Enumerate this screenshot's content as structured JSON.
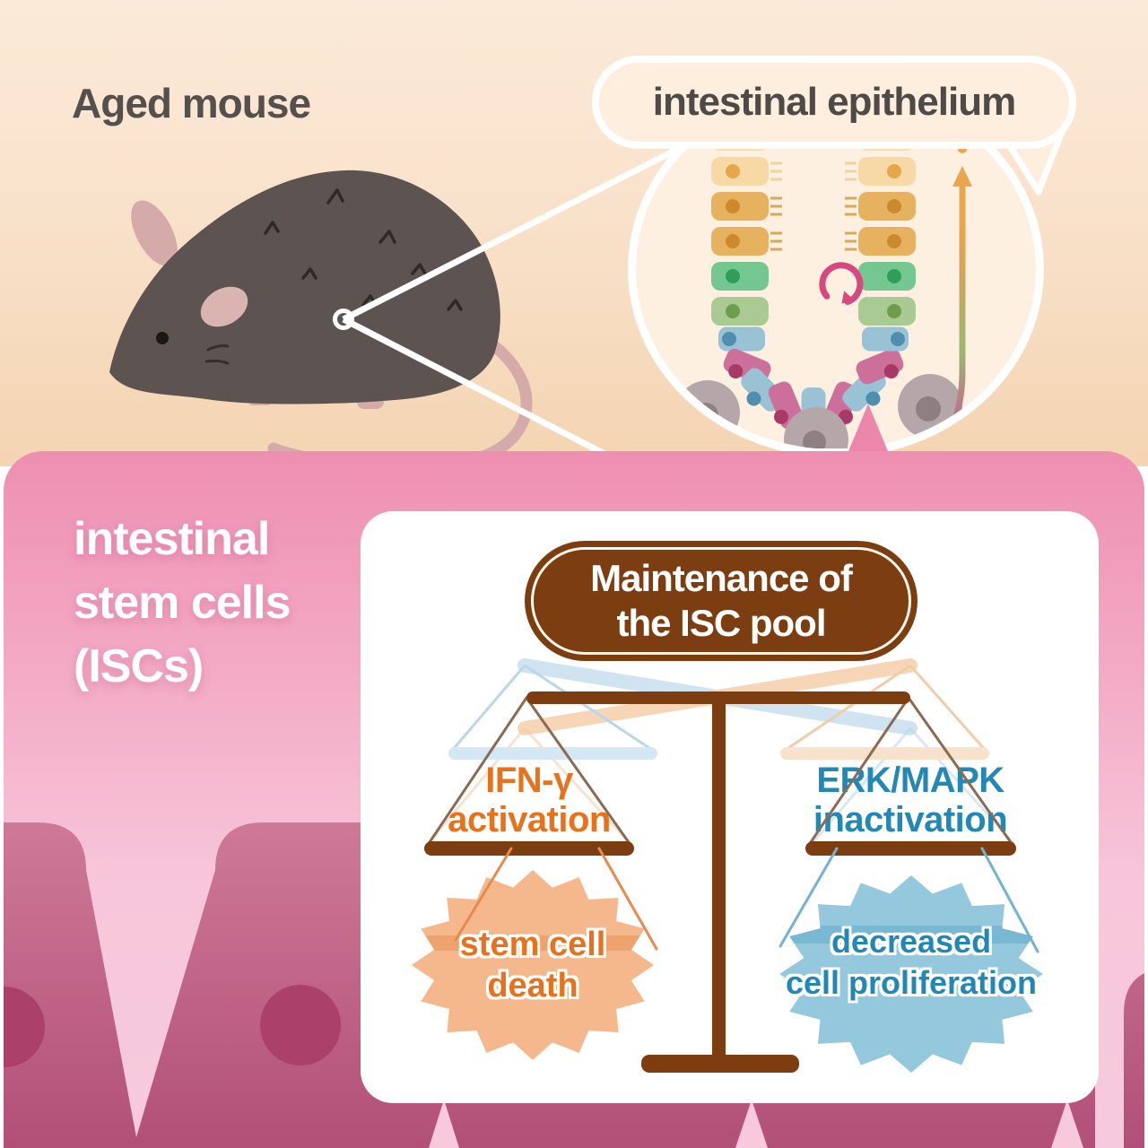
{
  "header": {
    "mouse_label": "Aged mouse",
    "bubble_label": "intestinal epithelium"
  },
  "isc_panel": {
    "side_label_lines": [
      "intestinal",
      "stem cells",
      "(ISCs)"
    ],
    "card": {
      "title_lines": [
        "Maintenance of",
        "the ISC pool"
      ],
      "left_arm": {
        "factor_lines": [
          "IFN-γ",
          "activation"
        ],
        "outcome_lines": [
          "stem cell",
          "death"
        ]
      },
      "right_arm": {
        "factor_lines": [
          "ERK/MAPK",
          "inactivation"
        ],
        "outcome_lines": [
          "decreased",
          "cell proliferation"
        ]
      }
    }
  },
  "illustrations": {
    "mouse_icon": "aged-mouse-illustration",
    "crypt_icon": "intestinal-crypt-illustration",
    "renewal_arrow_icon": "cell-renewal-cycle-arrow",
    "differentiation_arrow_icon": "differentiation-direction-arrow",
    "balance_icon": "balance-scale-illustration",
    "callout_icon": "magnifier-callout"
  },
  "colors": {
    "peach_background": "#f9e2cb",
    "pink_band": "#f3a9c4",
    "tissue_rose": "#c56f90",
    "band_text": "#ffffff",
    "label_text": "#55504d",
    "brown": "#7c3d11",
    "orange_accent": "#e8721c",
    "blue_accent": "#2389b4",
    "orange_burst": "#f4b88c",
    "blue_burst": "#93c8dd",
    "ghost_blue": "#cfe3f1",
    "ghost_peach": "#f7d6b8",
    "mouse_gray": "#5d5452",
    "renewal_arrow_pink": "#d6487e"
  }
}
